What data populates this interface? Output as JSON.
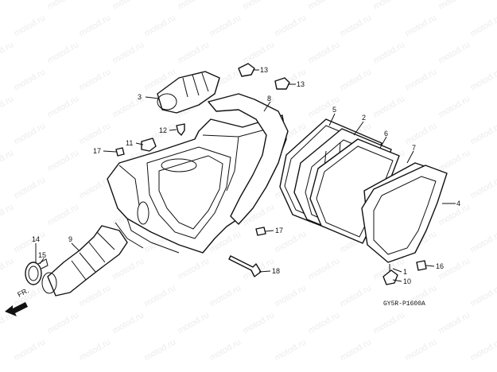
{
  "watermark": "motod.ru",
  "diagram_code": "GY5R-P1600A",
  "direction_label": "FR.",
  "callouts": [
    {
      "id": "c1",
      "label": "1"
    },
    {
      "id": "c3",
      "label": "3"
    },
    {
      "id": "c4",
      "label": "4"
    },
    {
      "id": "c5",
      "label": "5"
    },
    {
      "id": "c2",
      "label": "2"
    },
    {
      "id": "c6",
      "label": "6"
    },
    {
      "id": "c7",
      "label": "7"
    },
    {
      "id": "c8",
      "label": "8"
    },
    {
      "id": "c9",
      "label": "9"
    },
    {
      "id": "c10",
      "label": "10"
    },
    {
      "id": "c11",
      "label": "11"
    },
    {
      "id": "c12",
      "label": "12"
    },
    {
      "id": "c13a",
      "label": "13"
    },
    {
      "id": "c13b",
      "label": "13"
    },
    {
      "id": "c14",
      "label": "14"
    },
    {
      "id": "c15",
      "label": "15"
    },
    {
      "id": "c16",
      "label": "16"
    },
    {
      "id": "c17a",
      "label": "17"
    },
    {
      "id": "c17b",
      "label": "17"
    },
    {
      "id": "c18",
      "label": "18"
    }
  ]
}
